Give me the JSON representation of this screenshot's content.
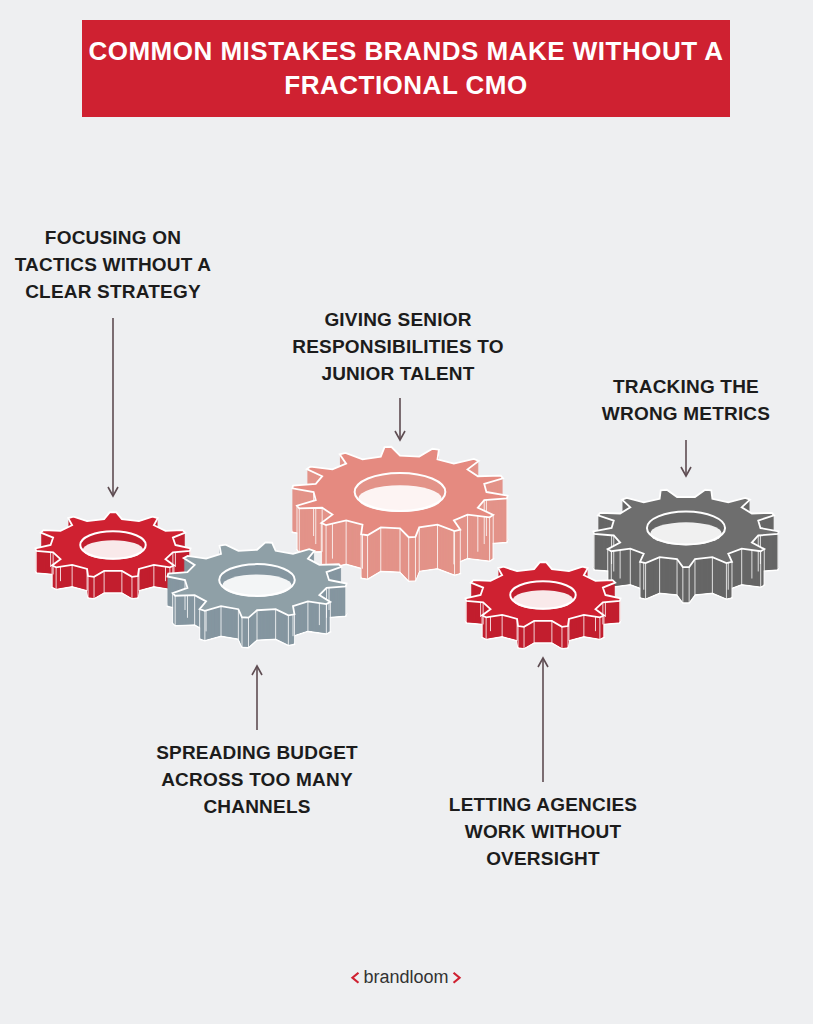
{
  "diagram": {
    "title": "COMMON MISTAKES BRANDS MAKE WITHOUT A FRACTIONAL CMO",
    "labels": [
      "FOCUSING ON TACTICS WITHOUT A CLEAR STRATEGY",
      "SPREADING BUDGET ACROSS TOO MANY CHANNELS",
      "GIVING SENIOR RESPONSIBILITIES TO JUNIOR TALENT",
      "LETTING AGENCIES WORK WITHOUT OVERSIGHT",
      "TRACKING THE WRONG METRICS",
      "brandloom"
    ]
  }
}
